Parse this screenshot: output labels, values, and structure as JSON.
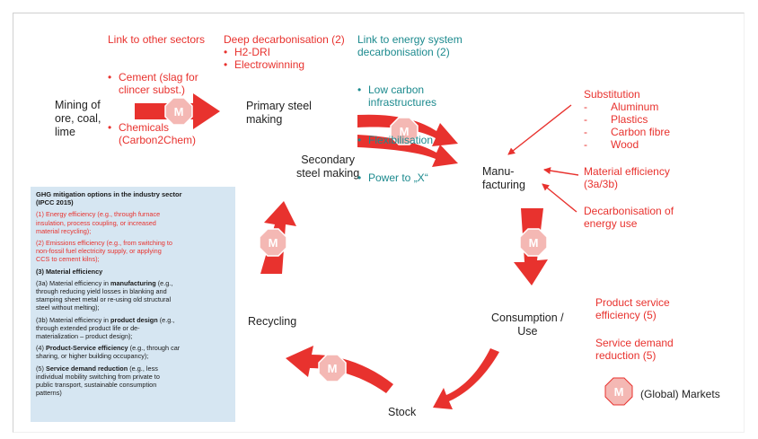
{
  "labels": {
    "mining": "Mining of\nore, coal,\nlime",
    "primary": "Primary steel\nmaking",
    "secondary": "Secondary\nsteel making",
    "manufacturing": "Manu-\nfacturing",
    "consumption": "Consumption /\nUse",
    "recycling": "Recycling",
    "stock": "Stock",
    "markets": "(Global) Markets",
    "m_symbol": "M"
  },
  "link_sectors": {
    "title": "Link to other sectors",
    "items": [
      "Cement (slag for\nclincer subst.)",
      "Chemicals\n(Carbon2Chem)"
    ]
  },
  "deep_decarb": {
    "title": "Deep decarbonisation (2)",
    "items": [
      "H2-DRI",
      "Electrowinning"
    ]
  },
  "link_energy": {
    "title": "Link to energy system\ndecarbonisation (2)",
    "items": [
      "Low carbon\ninfrastructures",
      "Flexibilisation",
      "Power to „X“"
    ]
  },
  "substitution": {
    "title": "Substitution",
    "items": [
      "Aluminum",
      "Plastics",
      "Carbon fibre",
      "Wood"
    ]
  },
  "material_efficiency": "Material efficiency\n(3a/3b)",
  "decarb_energy": "Decarbonisation of\nenergy use",
  "product_service": "Product service\nefficiency (5)",
  "service_demand": "Service demand\nreduction (5)",
  "ghg": {
    "title": "GHG mitigation options in the industry sector\n(IPCC 2015)",
    "p1": "(1) Energy efficiency (e.g., through furnace\ninsulation, process coupling, or increased\nmaterial recycling);",
    "p2": "(2) Emissions efficiency (e.g., from switching to\nnon-fossil fuel electricity supply, or applying\nCCS to cement kilns);",
    "p3": "(3) Material efficiency",
    "p3a_pre": "(3a) Material efficiency in ",
    "p3a_bold": "manufacturing",
    "p3a_post": " (e.g.,\nthrough reducing yield losses in blanking and\nstamping sheet metal or re-using old structural\nsteel without melting);",
    "p3b_pre": "(3b) Material efficiency in ",
    "p3b_bold": "product design",
    "p3b_post": " (e.g.,\nthrough extended product life or de-\nmaterialization – product design);",
    "p4_pre": "(4) ",
    "p4_bold": "Product-Service efficiency",
    "p4_post": " (e.g., through car\nsharing, or higher building occupancy);",
    "p5_pre": "(5) ",
    "p5_bold": "Service demand reduction",
    "p5_post": " (e.g., less\nindividual mobility switching from private to\npublic transport, sustainable consumption\npatterns)"
  },
  "colors": {
    "red": "#e8322e",
    "teal": "#1c8a8e",
    "box": "#d6e6f2",
    "octagon": "#f4b8b4"
  }
}
